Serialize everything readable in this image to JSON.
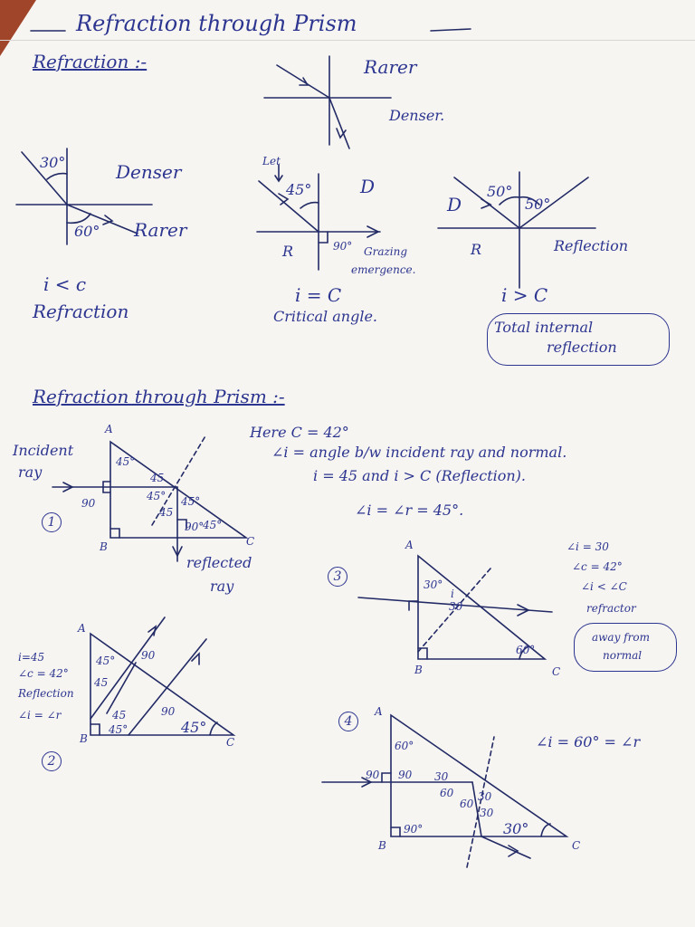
{
  "page": {
    "title": "Refraction through Prism",
    "sec_refraction": {
      "heading": "Refraction :-",
      "top": {
        "rarer": "Rarer",
        "denser": "Denser."
      },
      "case1": {
        "angle_i": "30°",
        "medium": "Denser",
        "angle_r": "60°",
        "medium2": "Rarer",
        "cond": "i < c",
        "result": "Refraction"
      },
      "case2": {
        "ray_label": "Let",
        "angle": "45°",
        "medium_d": "D",
        "medium_r": "R",
        "angle90": "90°",
        "note1": "Grazing",
        "note2": "emergence.",
        "cond": "i = C",
        "result": "Critical angle."
      },
      "case3": {
        "medium_d": "D",
        "angle_a": "50°",
        "angle_b": "50°",
        "medium_r": "R",
        "result": "Reflection",
        "cond": "i > C",
        "box1": "Total internal",
        "box2": "reflection"
      }
    },
    "sec_prism": {
      "heading": "Refraction through Prism :-",
      "notes": {
        "line1": "Here   C = 42°",
        "line2": "∠i =  angle b/w incident ray and normal.",
        "line3": "i = 45   and    i > C   (Reflection).",
        "line4": "∠i = ∠r = 45°."
      },
      "fig1": {
        "num": "1",
        "vertex_a": "A",
        "vertex_b": "B",
        "vertex_c": "C",
        "incident1": "Incident",
        "incident2": "ray",
        "a1": "45°",
        "a2": "90",
        "a3": "45",
        "a4": "45°",
        "a5": "45°",
        "a6": "45",
        "a7": "90°",
        "a8": "45°",
        "reflected1": "reflected",
        "reflected2": "ray"
      },
      "fig2": {
        "num": "2",
        "vertex_a": "A",
        "vertex_b": "B",
        "vertex_c": "C",
        "n1": "i=45",
        "n2": "∠c = 42°",
        "n3": "Reflection",
        "n4": "∠i = ∠r",
        "a1": "45°",
        "a2": "90",
        "a3": "45",
        "a4": "45",
        "a5": "45°",
        "a6": "90",
        "a7": "45°"
      },
      "fig3": {
        "num": "3",
        "vertex_a": "A",
        "vertex_b": "B",
        "vertex_c": "C",
        "a1": "30°",
        "a2": "i",
        "a3": "30",
        "a4": "60°",
        "n1": "∠i = 30",
        "n2": "∠c = 42°",
        "n3": "∠i < ∠C",
        "n4": "refractor",
        "box1": "away from",
        "box2": "normal"
      },
      "fig4": {
        "num": "4",
        "vertex_a": "A",
        "vertex_b": "B",
        "vertex_c": "C",
        "a1": "60°",
        "a2": "90",
        "a3": "90",
        "a4": "30",
        "a5": "60",
        "a6": "60",
        "a7": "30",
        "a8": "30",
        "a9": "90°",
        "a10": "30°",
        "note": "∠i = 60° = ∠r"
      }
    }
  }
}
